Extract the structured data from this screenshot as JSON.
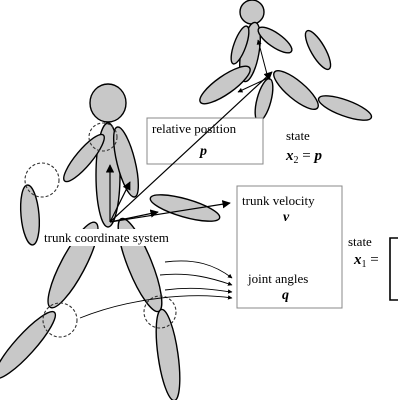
{
  "labels": {
    "relative_position": "relative position",
    "relative_position_symbol": "p",
    "state_upper": "state",
    "state_upper_eq_left": "x",
    "state_upper_sub": "2",
    "state_upper_eq_mid": " = ",
    "state_upper_eq_right": "p",
    "trunk_velocity": "trunk velocity",
    "trunk_velocity_symbol": "v",
    "trunk_coordinate_system": "trunk coordinate system",
    "joint_angles": "joint angles",
    "joint_angles_symbol": "q",
    "state_right": "state",
    "state_right_eq_left": "x",
    "state_right_sub": "1",
    "state_right_eq_mid": " ="
  },
  "colors": {
    "body_fill": "#c8c8c8",
    "stroke": "#000000",
    "box_stroke": "#888888",
    "dashed": "#333333"
  }
}
